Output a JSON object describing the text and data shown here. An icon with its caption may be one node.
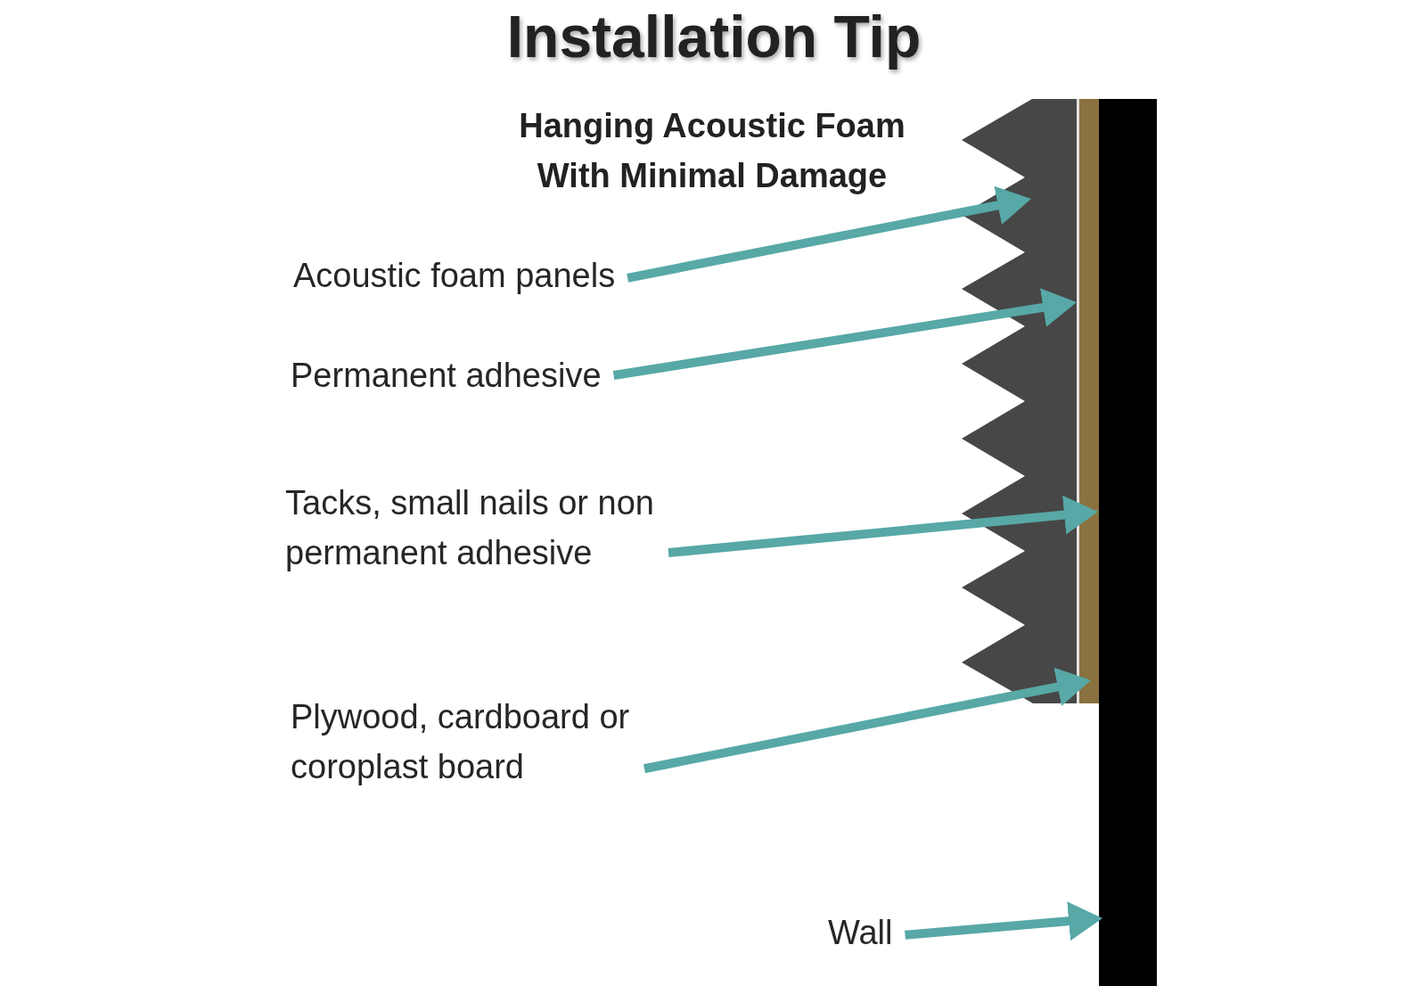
{
  "diagram": {
    "title": "Installation Tip",
    "nodes": [
      {
        "text": [
          "Acoustic foam panels"
        ]
      },
      {
        "text": [
          "Permanent adhesive"
        ]
      },
      {
        "text": [
          "Tacks, small nails or non permanent adhesive"
        ]
      },
      {
        "text": [
          "Plywood, cardboard or coroplast board"
        ]
      },
      {
        "text": [
          "Wall"
        ]
      },
      {
        "text": [],
        "shape": "picture"
      },
      {
        "text": [],
        "shape": "bar"
      },
      {
        "text": [],
        "shape": "bar"
      },
      {
        "text": [],
        "shape": "bar"
      }
    ],
    "edges": [
      {
        "from": 0,
        "to": 5,
        "arrow": "to"
      },
      {
        "from": 1,
        "to": 6,
        "arrow": "to"
      },
      {
        "from": 2,
        "to": 7,
        "arrow": "to"
      },
      {
        "from": 3,
        "to": 7,
        "arrow": "to"
      },
      {
        "from": 4,
        "to": 8,
        "arrow": "to"
      }
    ],
    "labels": [
      "Hanging Acoustic Foam With Minimal Damage"
    ]
  }
}
